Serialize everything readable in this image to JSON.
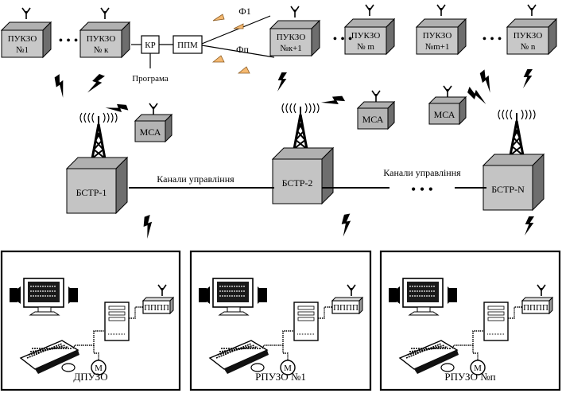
{
  "top_units": [
    {
      "id": "u1",
      "label": "ПУКЗО",
      "number": "№1"
    },
    {
      "id": "uk",
      "label": "ПУКЗО",
      "number": "№ к"
    },
    {
      "id": "uk1",
      "label": "ПУКЗО",
      "number": "№к+1"
    },
    {
      "id": "um",
      "label": "ПУКЗО",
      "number": "№ m"
    },
    {
      "id": "um1",
      "label": "ПУКЗО",
      "number": "№m+1"
    },
    {
      "id": "un",
      "label": "ПУКЗО",
      "number": "№ n"
    }
  ],
  "kr_label": "КР",
  "ppm_label": "ППМ",
  "program_label": "Програма",
  "phi1_label": "Ф1",
  "phin_label": "Фп",
  "mca_label": "МСА",
  "stations": [
    {
      "id": "s1",
      "label": "БСТР-1"
    },
    {
      "id": "s2",
      "label": "БСТР-2"
    },
    {
      "id": "sn",
      "label": "БСТР-N"
    }
  ],
  "channel_label_1": "Канали управління",
  "channel_label_2": "Канали управління",
  "ellipsis": "• • •",
  "pppp_label": "ПППП",
  "motor_label": "М",
  "panels": [
    {
      "id": "p1",
      "label": "ДПУЗО"
    },
    {
      "id": "p2",
      "label": "РПУЗО №1"
    },
    {
      "id": "p3",
      "label": "РПУЗО №п"
    }
  ]
}
